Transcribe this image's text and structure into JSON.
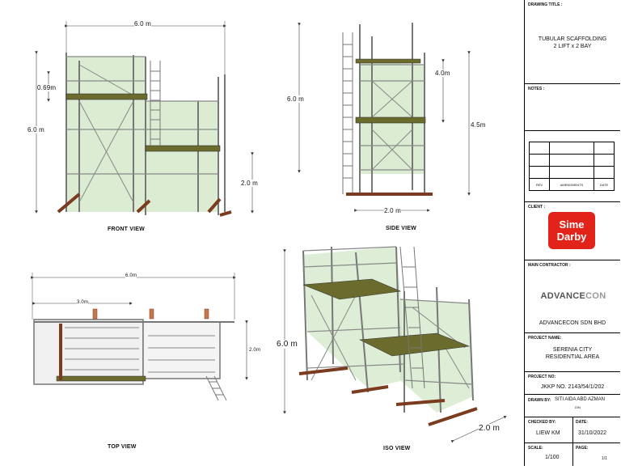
{
  "views": {
    "front": "FRONT VIEW",
    "side": "SIDE VIEW",
    "top": "TOP VIEW",
    "iso": "ISO VIEW"
  },
  "dimensions": {
    "front_width": "6.0 m",
    "front_top": "0.69m",
    "front_height": "6.0 m",
    "front_lower": "2.0 m",
    "side_height": "6.0 m",
    "side_upper": "4.0m",
    "side_mid": "4.5m",
    "side_width": "2.0 m",
    "top_width": "6.0m",
    "top_half": "3.0m",
    "top_depth": "2.0m",
    "iso_height": "6.0 m",
    "iso_width": "2.0 m"
  },
  "title_block": {
    "drawing_title_label": "DRAWING TITLE :",
    "drawing_title_line1": "TUBULAR SCAFFOLDING",
    "drawing_title_line2": "2 LIFT x 2 BAY",
    "notes_label": "NOTES :",
    "rev_headers": [
      "REV",
      "AMENDMENTS",
      "DATE"
    ],
    "client_label": "CLIENT :",
    "client_logo_line1": "Sime",
    "client_logo_line2": "Darby",
    "main_contractor_label": "MAIN CONTRACTOR :",
    "contractor_logo_a": "ADVANCE",
    "contractor_logo_b": "CON",
    "contractor_name": "ADVANCECON SDN BHD",
    "project_name_label": "PROJECT NAME:",
    "project_name_line1": "SERENIA CITY",
    "project_name_line2": "RESIDENTIAL AREA",
    "project_no_label": "PROJECT NO:",
    "project_no": "JKKP NO. 2143/54/1/202",
    "drawn_by_label": "DRAWN BY:",
    "drawn_by": "SITI AIDA ABD AZMAN",
    "drawn_by_cont": "DIN",
    "checked_by_label": "CHECKED BY:",
    "checked_by": "LIEW KM",
    "date_label": "DATE:",
    "date": "31/10/2022",
    "scale_label": "SCALE:",
    "scale": "1/100",
    "page_label": "PAGE:",
    "page": "1/1"
  },
  "colors": {
    "net": "#cfe5c4",
    "platform": "#6b6b2e",
    "baseboard": "#7a3b1e",
    "client_red": "#e2231a"
  }
}
